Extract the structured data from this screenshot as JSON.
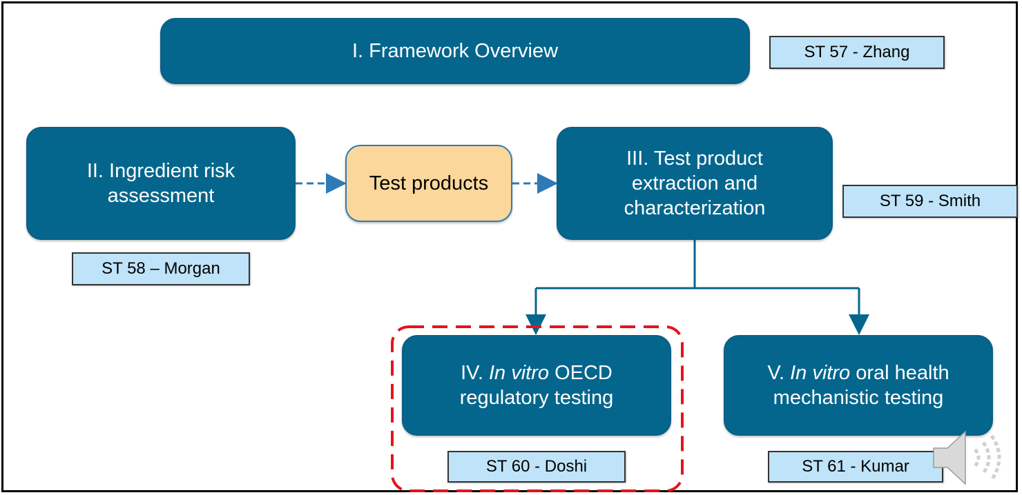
{
  "nodes": {
    "framework": {
      "label": "I. Framework Overview"
    },
    "ingredient": {
      "line1": "II. Ingredient risk",
      "line2": "assessment"
    },
    "test_products": {
      "label": "Test products"
    },
    "extraction": {
      "line1": "III. Test product",
      "line2": "extraction and",
      "line3": "characterization"
    },
    "oecd": {
      "prefix": "IV. ",
      "italic": "In vitro",
      "suffix": " OECD",
      "line2": "regulatory testing"
    },
    "oral": {
      "prefix": "V. ",
      "italic": "In vitro",
      "suffix": " oral health",
      "line2": "mechanistic testing"
    }
  },
  "tags": {
    "st57": "ST 57 - Zhang",
    "st58": "ST 58 – Morgan",
    "st59": "ST 59 - Smith",
    "st60": "ST 60 - Doshi",
    "st61": "ST 61 - Kumar"
  },
  "colors": {
    "node_fill": "#05668d",
    "test_products_fill": "#fbd79c",
    "tag_fill": "#bfe3f8",
    "arrow": "#2e7ab6",
    "highlight": "#e3141b"
  },
  "icons": [
    "speaker-icon"
  ]
}
